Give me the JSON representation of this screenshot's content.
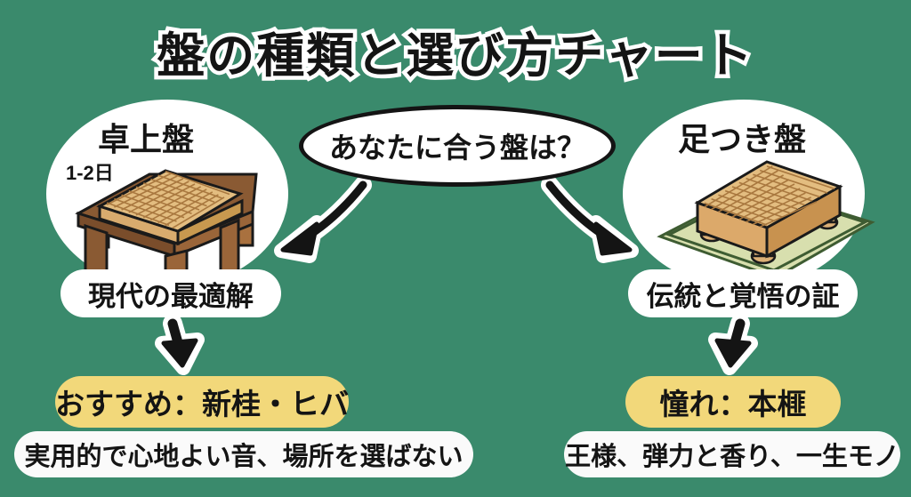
{
  "chart_data": {
    "type": "diagram",
    "title": "盤の種類と選び方チャート",
    "root": "あなたに合う盤は？",
    "branches": [
      {
        "heading": "卓上盤",
        "note": "1-2日",
        "verdict": "現代の最適解",
        "recommendation": "おすすめ：新桂・ヒバ",
        "caption": "実用的で心地よい音、場所を選ばない",
        "illustration": "table-shogi-board"
      },
      {
        "heading": "足つき盤",
        "note": "",
        "verdict": "伝統と覚悟の証",
        "recommendation": "憧れ：本榧",
        "caption": "王様、弾力と香り、一生モノ",
        "illustration": "legged-shogi-board-on-tatami"
      }
    ]
  },
  "title": "盤の種類と選び方チャート",
  "center": {
    "question": "あなたに合う盤は？"
  },
  "left": {
    "heading": "卓上盤",
    "note": "1-2日",
    "verdict": "現代の最適解",
    "recommendation": "おすすめ：新桂・ヒバ",
    "caption": "実用的で心地よい音、場所を選ばない"
  },
  "right": {
    "heading": "足つき盤",
    "verdict": "伝統と覚悟の証",
    "recommendation": "憧れ：本榧",
    "caption": "王様、弾力と香り、一生モノ"
  },
  "colors": {
    "background": "#3a8a6c",
    "accent_yellow": "#f2d87a",
    "panel_white": "#ffffff",
    "ink": "#141414",
    "wood_light": "#e0b87a",
    "wood_mid": "#c08a4e",
    "wood_dark": "#8a5a33",
    "tatami": "#d8dfae",
    "tatami_edge": "#3e5c32"
  }
}
